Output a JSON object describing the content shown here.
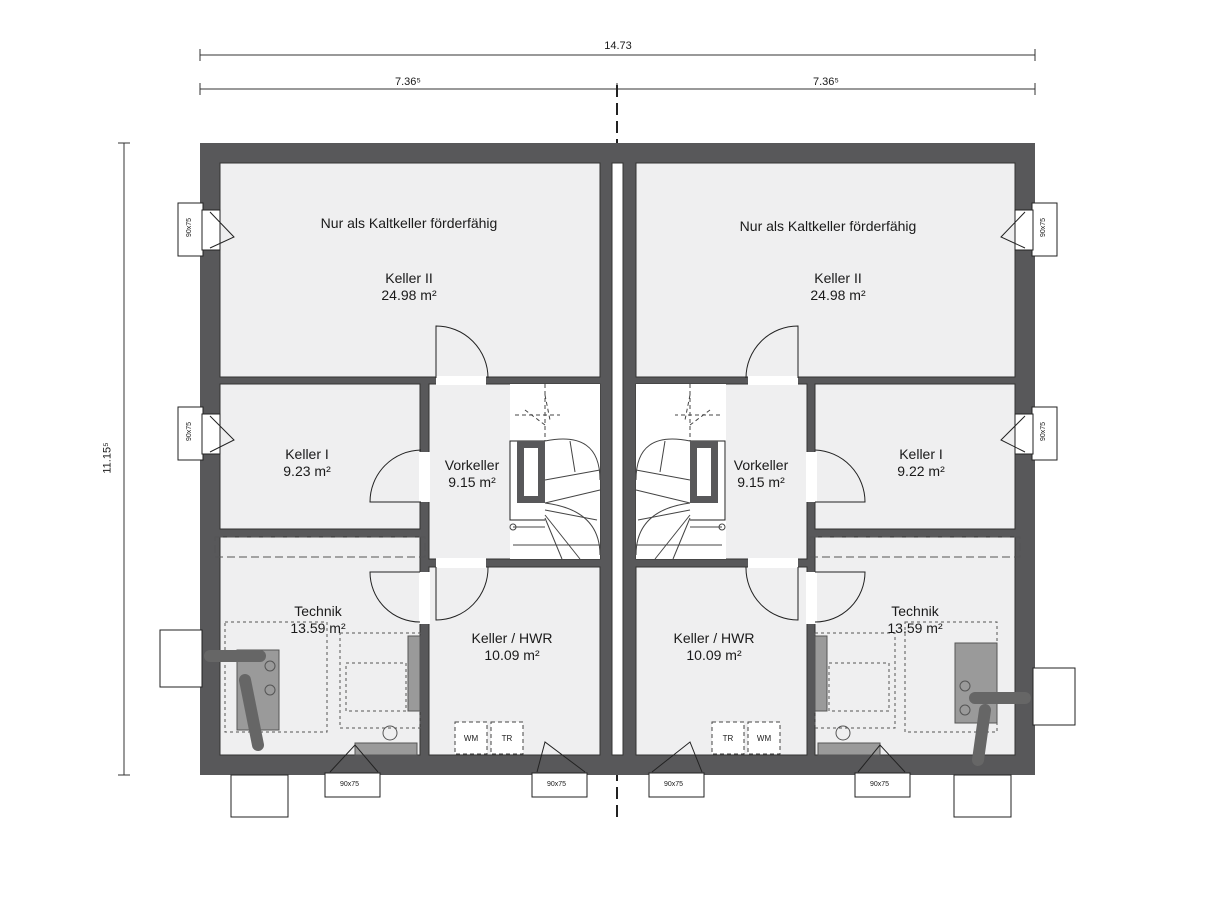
{
  "dimensions": {
    "total_width": "14.73",
    "half_left": "7.36⁵",
    "half_right": "7.36⁵",
    "height": "11.15⁵"
  },
  "rooms": {
    "left": {
      "keller2_note": "Nur als Kaltkeller förderfähig",
      "keller2_name": "Keller II",
      "keller2_area": "24.98 m²",
      "keller1_name": "Keller I",
      "keller1_area": "9.23 m²",
      "vorkeller_name": "Vorkeller",
      "vorkeller_area": "9.15 m²",
      "technik_name": "Technik",
      "technik_area": "13.59 m²",
      "hwr_name": "Keller / HWR",
      "hwr_area": "10.09 m²"
    },
    "right": {
      "keller2_note": "Nur als Kaltkeller förderfähig",
      "keller2_name": "Keller II",
      "keller2_area": "24.98 m²",
      "keller1_name": "Keller I",
      "keller1_area": "9.22 m²",
      "vorkeller_name": "Vorkeller",
      "vorkeller_area": "9.15 m²",
      "technik_name": "Technik",
      "technik_area": "13.59 m²",
      "hwr_name": "Keller / HWR",
      "hwr_area": "10.09 m²"
    }
  },
  "windows": {
    "size_label": "90x75"
  },
  "appliances": {
    "wm": "WM",
    "tr": "TR"
  },
  "colors": {
    "wall": "#58585a",
    "floor": "#efeff0",
    "line": "#222222"
  }
}
